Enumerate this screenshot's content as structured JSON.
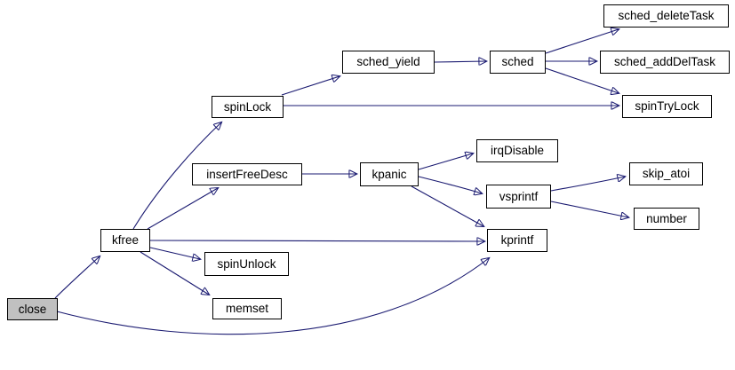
{
  "diagram": {
    "type": "call-graph",
    "root": "close",
    "colors": {
      "background": "#ffffff",
      "edge": "#191970",
      "node_border": "#000000",
      "node_fill": "#ffffff",
      "root_node_fill": "#c0c0c0",
      "text": "#000000"
    },
    "nodes": [
      {
        "id": "close",
        "label": "close",
        "is_root": true
      },
      {
        "id": "kfree",
        "label": "kfree",
        "is_root": false
      },
      {
        "id": "spinLock",
        "label": "spinLock",
        "is_root": false
      },
      {
        "id": "insertFreeDesc",
        "label": "insertFreeDesc",
        "is_root": false
      },
      {
        "id": "kpanic",
        "label": "kpanic",
        "is_root": false
      },
      {
        "id": "sched_yield",
        "label": "sched_yield",
        "is_root": false
      },
      {
        "id": "sched",
        "label": "sched",
        "is_root": false
      },
      {
        "id": "sched_deleteTask",
        "label": "sched_deleteTask",
        "is_root": false
      },
      {
        "id": "sched_addDelTask",
        "label": "sched_addDelTask",
        "is_root": false
      },
      {
        "id": "spinTryLock",
        "label": "spinTryLock",
        "is_root": false
      },
      {
        "id": "irqDisable",
        "label": "irqDisable",
        "is_root": false
      },
      {
        "id": "vsprintf",
        "label": "vsprintf",
        "is_root": false
      },
      {
        "id": "skip_atoi",
        "label": "skip_atoi",
        "is_root": false
      },
      {
        "id": "number",
        "label": "number",
        "is_root": false
      },
      {
        "id": "kprintf",
        "label": "kprintf",
        "is_root": false
      },
      {
        "id": "spinUnlock",
        "label": "spinUnlock",
        "is_root": false
      },
      {
        "id": "memset",
        "label": "memset",
        "is_root": false
      }
    ],
    "edges": [
      {
        "from": "close",
        "to": "kfree"
      },
      {
        "from": "close",
        "to": "kprintf"
      },
      {
        "from": "kfree",
        "to": "spinLock"
      },
      {
        "from": "kfree",
        "to": "insertFreeDesc"
      },
      {
        "from": "kfree",
        "to": "kprintf"
      },
      {
        "from": "kfree",
        "to": "spinUnlock"
      },
      {
        "from": "kfree",
        "to": "memset"
      },
      {
        "from": "spinLock",
        "to": "sched_yield"
      },
      {
        "from": "spinLock",
        "to": "spinTryLock"
      },
      {
        "from": "sched_yield",
        "to": "sched"
      },
      {
        "from": "sched",
        "to": "sched_deleteTask"
      },
      {
        "from": "sched",
        "to": "sched_addDelTask"
      },
      {
        "from": "sched",
        "to": "spinTryLock"
      },
      {
        "from": "insertFreeDesc",
        "to": "kpanic"
      },
      {
        "from": "kpanic",
        "to": "irqDisable"
      },
      {
        "from": "kpanic",
        "to": "vsprintf"
      },
      {
        "from": "kpanic",
        "to": "kprintf"
      },
      {
        "from": "vsprintf",
        "to": "skip_atoi"
      },
      {
        "from": "vsprintf",
        "to": "number"
      }
    ]
  }
}
